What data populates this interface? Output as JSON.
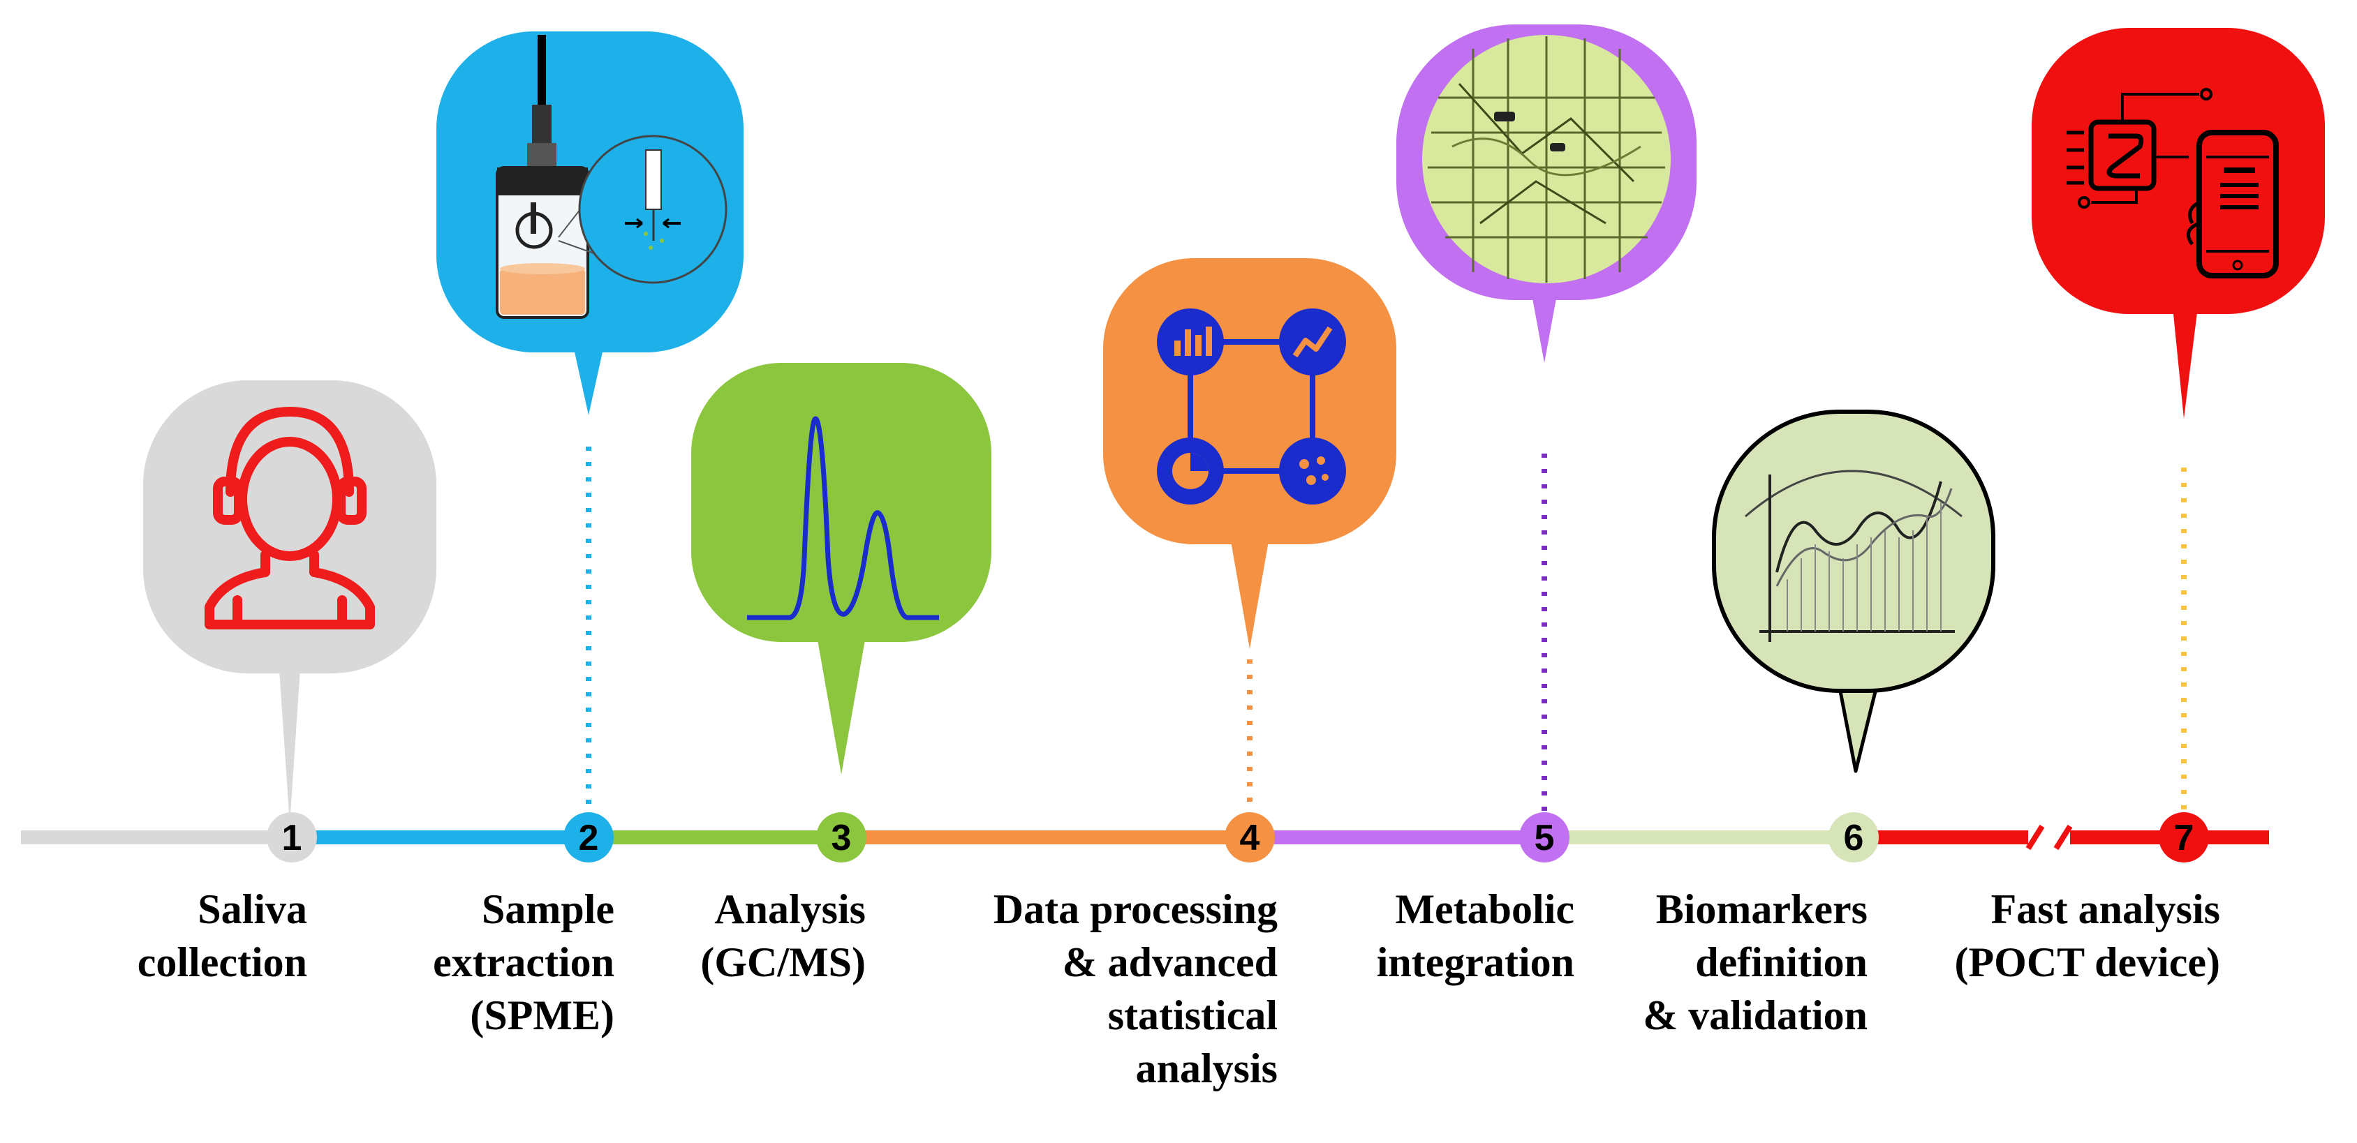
{
  "steps": [
    {
      "number": "1",
      "label": "Saliva\ncollection",
      "color": "#d9d9d9",
      "icon": "person-icon"
    },
    {
      "number": "2",
      "label": "Sample\nextraction\n(SPME)",
      "color": "#1eb0e8",
      "icon": "spme-fiber-vial-icon"
    },
    {
      "number": "3",
      "label": "Analysis\n(GC/MS)",
      "color": "#8cc63f",
      "icon": "chromatogram-peaks-icon"
    },
    {
      "number": "4",
      "label": "Data processing\n& advanced\nstatistical\nanalysis",
      "color": "#f59142",
      "icon": "data-charts-network-icon"
    },
    {
      "number": "5",
      "label": "Metabolic\nintegration",
      "color": "#c070f0",
      "icon": "metabolic-map-icon"
    },
    {
      "number": "6",
      "label": "Biomarkers\ndefinition\n& validation",
      "color": "#d6e4b8",
      "icon": "biomarker-chart-icon"
    },
    {
      "number": "7",
      "label": "Fast analysis\n(POCT device)",
      "color": "#f01010",
      "icon": "chip-smartphone-icon"
    }
  ],
  "colors": {
    "timeline_grey": "#d9d9d9",
    "blue": "#1eb0e8",
    "green": "#8cc63f",
    "orange": "#f59142",
    "purple": "#c070f0",
    "pale_green": "#d6e4b8",
    "red": "#f01010",
    "icon_red": "#ee1c1c",
    "icon_navy": "#1a2ccc",
    "dotted_yellow": "#f5c242"
  }
}
